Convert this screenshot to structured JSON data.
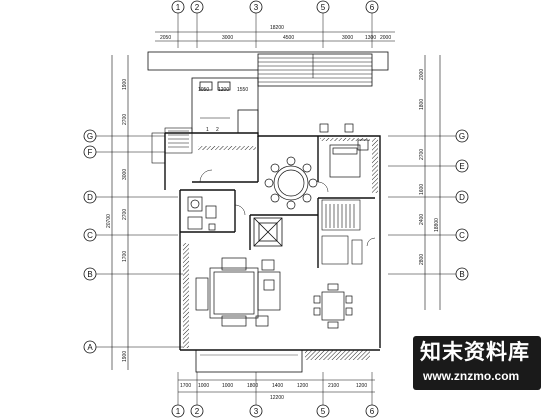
{
  "drawing": {
    "grid_columns_top": [
      "1",
      "2",
      "3",
      "5",
      "6"
    ],
    "grid_columns_bottom": [
      "1",
      "2",
      "3",
      "5",
      "6"
    ],
    "grid_rows_left": [
      "G",
      "F",
      "D",
      "C",
      "B",
      "A"
    ],
    "grid_rows_right": [
      "G",
      "E",
      "D",
      "C",
      "B"
    ],
    "dims_top_total": "18200",
    "dims_top_segments": [
      "2050",
      "3000",
      "4500",
      "3000",
      "1300",
      "2000"
    ],
    "dims_bottom_segments": [
      "1700",
      "1000",
      "1000",
      "1800",
      "1400",
      "1200",
      "2100",
      "1200"
    ],
    "dims_bottom_total": "12200",
    "dims_left_total": "20700",
    "dims_left_segments": [
      "1900",
      "2700",
      "3000",
      "2700",
      "1700",
      "1900"
    ],
    "dims_right_total": "18800",
    "dims_right_segments": [
      "2000",
      "1800",
      "2700",
      "1600",
      "2400",
      "2800"
    ],
    "small_dims": [
      "1050",
      "1200",
      "1550"
    ],
    "room_labels": [
      "",
      ""
    ],
    "rooms": [
      "",
      "",
      "",
      "",
      "",
      "",
      "",
      "",
      "",
      ""
    ],
    "section_marks": [
      "1",
      "2"
    ],
    "stroke_color": "#111111",
    "hatch_color": "#222222"
  },
  "watermark": {
    "title": "知末资料库",
    "url": "www.znzmo.com"
  }
}
